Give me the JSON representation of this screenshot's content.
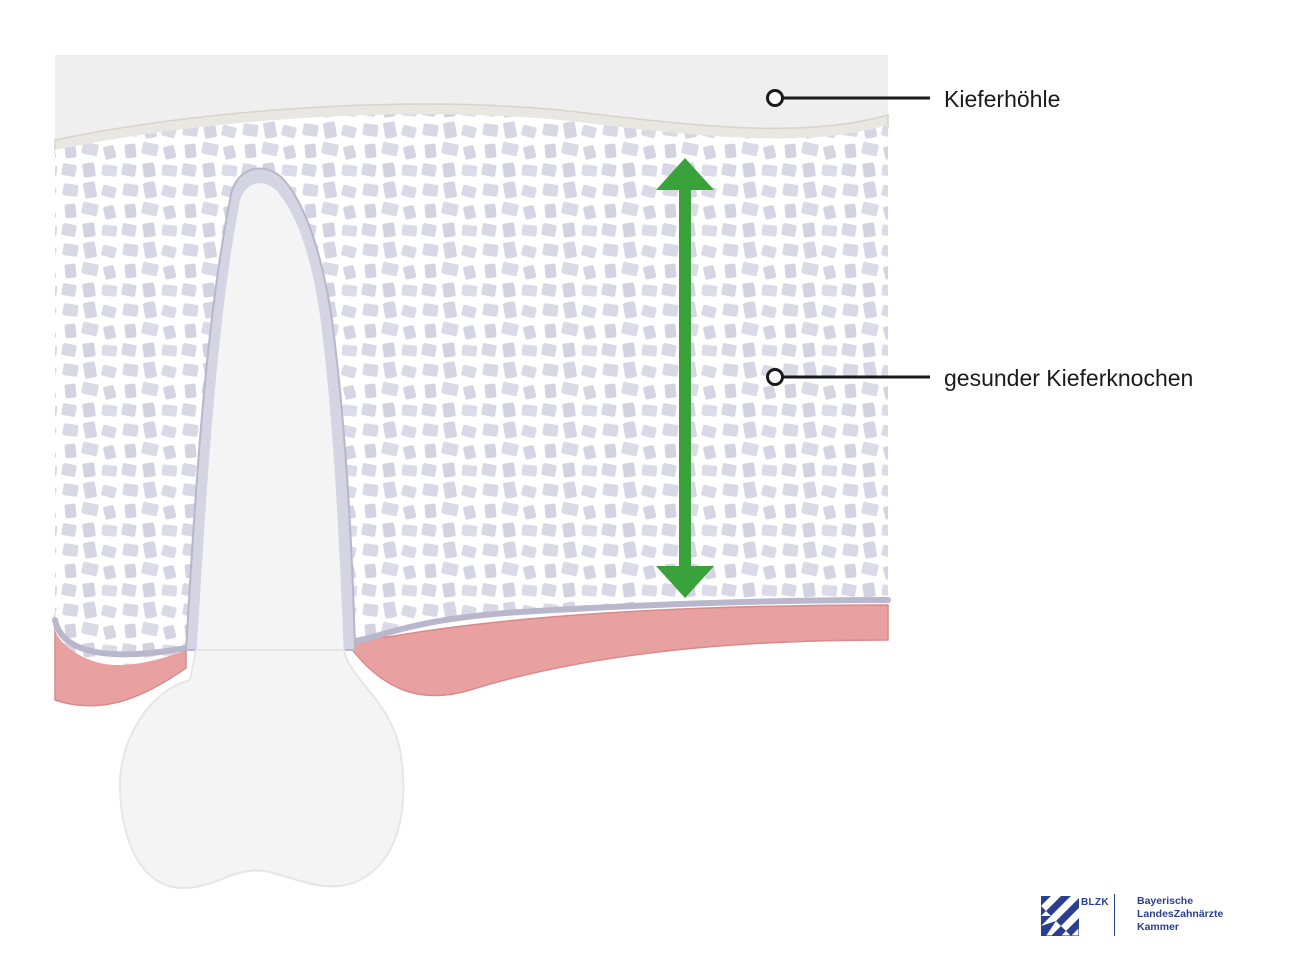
{
  "labels": {
    "sinus": "Kieferhöhle",
    "bone": "gesunder Kieferknochen"
  },
  "logo": {
    "abbr": "BLZK",
    "line1": "Bayerische",
    "line2": "LandesZahnärzte",
    "line3": "Kammer",
    "color": "#2a3f8f"
  },
  "colors": {
    "sinus": "#efefef",
    "bone_background": "#ffffff",
    "trabecula": "#d9d8e5",
    "gum": "#e8a0a0",
    "arrow": "#3aa23a",
    "tooth": "#f4f4f4"
  }
}
